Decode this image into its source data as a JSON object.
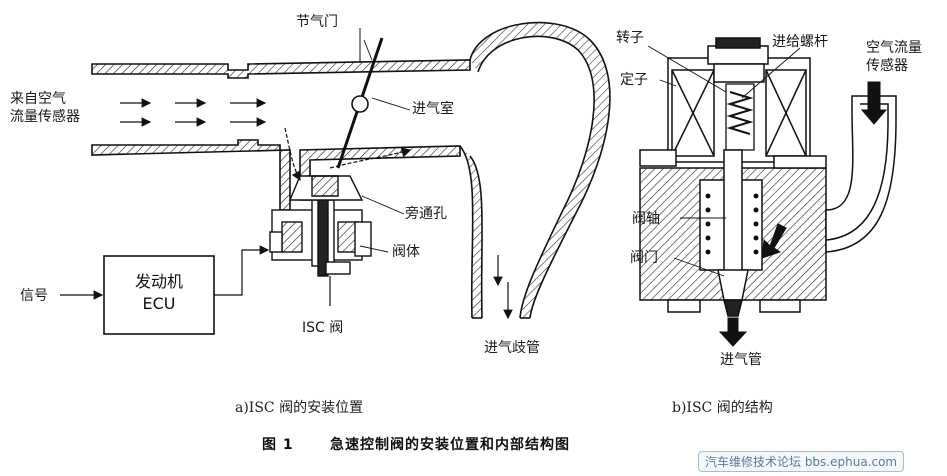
{
  "figure_caption": {
    "number": "图 1",
    "title": "急速控制阀的安装位置和内部结构图"
  },
  "watermark": "汽车维修技术论坛 bbs.ephua.com",
  "panel_a": {
    "caption": "a)ISC 阀的安装位置",
    "labels": {
      "throttle": "节气门",
      "from_afm_line1": "来自空气",
      "from_afm_line2": "流量传感器",
      "intake_chamber": "进气室",
      "bypass_hole": "旁通孔",
      "valve_body": "阀体",
      "signal": "信号",
      "ecu_line1": "发动机",
      "ecu_line2": "ECU",
      "isc_valve": "ISC 阀",
      "intake_manifold": "进气歧管"
    }
  },
  "panel_b": {
    "caption": "b)ISC 阀的结构",
    "labels": {
      "rotor": "转子",
      "feed_screw": "进给螺杆",
      "afs_line1": "空气流量",
      "afs_line2": "传感器",
      "stator": "定子",
      "valve_shaft": "阀轴",
      "valve_gate": "阀门",
      "intake_pipe": "进气管"
    }
  }
}
